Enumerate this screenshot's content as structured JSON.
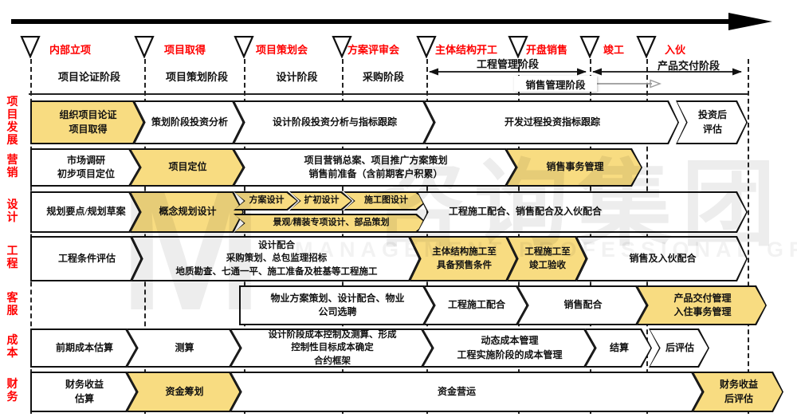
{
  "header": {
    "milestones": [
      {
        "label": "内部立项"
      },
      {
        "label": "项目取得"
      },
      {
        "label": "项目策划会"
      },
      {
        "label": "方案评审会"
      },
      {
        "label": "主体结构开工"
      },
      {
        "label": "开盘销售"
      },
      {
        "label": "竣工"
      },
      {
        "label": "入伙"
      }
    ],
    "phases": [
      "项目论证阶段",
      "项目策划阶段",
      "设计阶段",
      "采购阶段",
      "工程管理阶段",
      "销售管理阶段",
      "产品交付阶段"
    ]
  },
  "rows": [
    {
      "label": "项目发展",
      "segments": [
        {
          "text": "组织项目论证\n项目取得"
        },
        {
          "text": "策划阶段投资分析"
        },
        {
          "text": "设计阶段投资分析与指标跟踪"
        },
        {
          "text": "开发过程投资指标跟踪"
        },
        {
          "text": "投资后\n评估"
        }
      ]
    },
    {
      "label": "营销",
      "segments": [
        {
          "text": "市场调研\n初步项目定位"
        },
        {
          "text": "项目定位"
        },
        {
          "text": "项目营销总案、项目推广方案策划\n销售前准备（含前期客户积累）"
        },
        {
          "text": "销售事务管理"
        }
      ]
    },
    {
      "label": "设计",
      "segments": [
        {
          "text": "规划要点/规划草案"
        },
        {
          "text": "概念规划设计"
        },
        {
          "text": "方案设计"
        },
        {
          "text": "扩初设计"
        },
        {
          "text": "施工图设计"
        },
        {
          "text": "景观/精装专项设计、部品策划"
        },
        {
          "text": "工程施工配合、销售配合及入伙配合"
        }
      ]
    },
    {
      "label": "工程",
      "segments": [
        {
          "text": "工程条件评估"
        },
        {
          "text": "设计配合\n采购策划、总包监理招标\n地质勘查、七通一平、施工准备及桩基等工程施工"
        },
        {
          "text": "主体结构施工至\n具备预售条件"
        },
        {
          "text": "工程施工至\n竣工验收"
        },
        {
          "text": "销售及入伙配合"
        }
      ]
    },
    {
      "label": "客服",
      "segments": [
        {
          "text": "物业方案策划、设计配合、物业\n公司选聘"
        },
        {
          "text": "工程施工配合"
        },
        {
          "text": "销售配合"
        },
        {
          "text": "产品交付管理\n入住事务管理"
        }
      ]
    },
    {
      "label": "成本",
      "segments": [
        {
          "text": "前期成本估算"
        },
        {
          "text": "测算"
        },
        {
          "text": "设计阶段成本控制及测算、形成\n控制性目标成本确定\n合约框架"
        },
        {
          "text": "动态成本管理\n工程实施阶段的成本管理"
        },
        {
          "text": "结算"
        },
        {
          "text": "后评估"
        }
      ]
    },
    {
      "label": "财务",
      "segments": [
        {
          "text": "财务收益\n估算"
        },
        {
          "text": "资金筹划"
        },
        {
          "text": "资金营运"
        },
        {
          "text": "财务收益\n后评估"
        }
      ]
    }
  ],
  "watermark": {
    "logo": "M",
    "cn": "咨询集团",
    "en": "MANAGEMENT PROFESSIONAL GROUP"
  },
  "colors": {
    "highlight_yellow": "#F8DC81",
    "milestone_red": "#FF0000",
    "line_black": "#111111",
    "watermark_gray": "#E9E9E9"
  }
}
